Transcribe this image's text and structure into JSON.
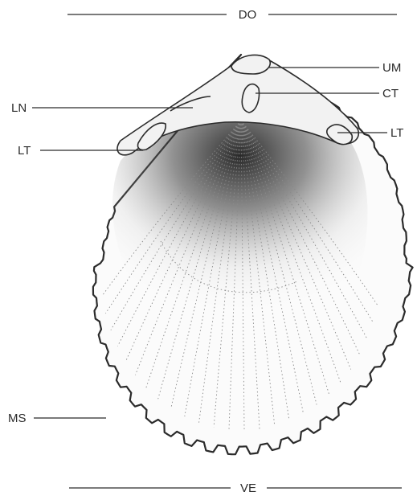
{
  "labels": {
    "dorsal": "DO",
    "ventral": "VE",
    "umbo": "UM",
    "cardinal_tooth": "CT",
    "lateral_tooth_left": "LT",
    "lateral_tooth_right": "LT",
    "ligament": "LN",
    "margin_serrations": "MS"
  },
  "colors": {
    "ink": "#2a2a2a",
    "shell_fill": "#fbfbfb",
    "interior_shade": "#1e1e1e"
  }
}
